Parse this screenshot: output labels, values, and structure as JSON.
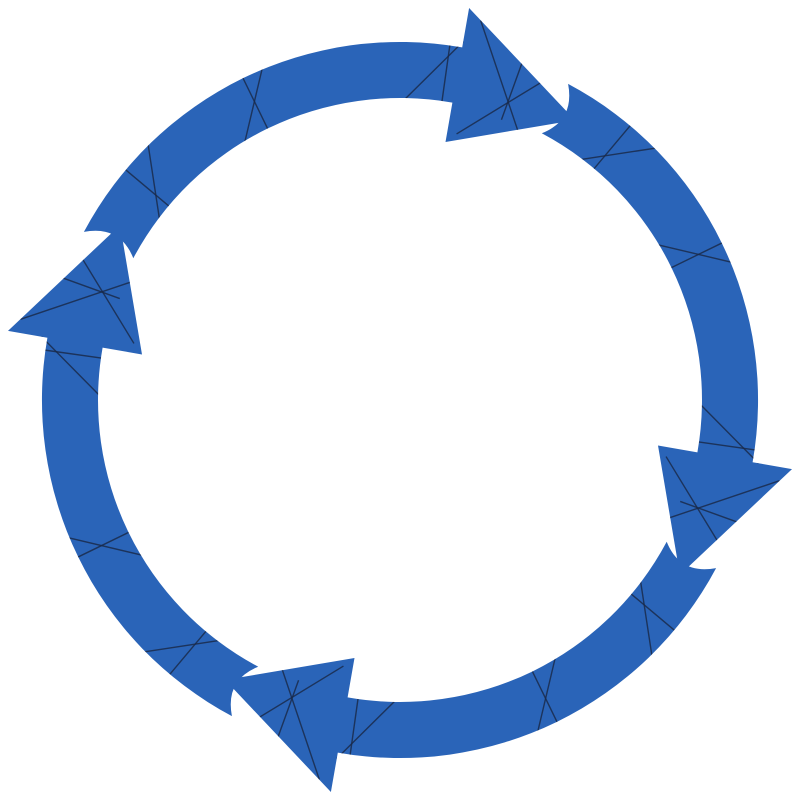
{
  "diagram": {
    "type": "cycle",
    "arrow_count": 4,
    "direction": "clockwise",
    "arrow_color": "#2A64B8",
    "line_color": "#1A2A4A",
    "background": "#FFFFFF",
    "icon": "cycle-arrows-icon",
    "arrows": [
      {
        "name": "top-arrow"
      },
      {
        "name": "right-arrow"
      },
      {
        "name": "bottom-arrow"
      },
      {
        "name": "left-arrow"
      }
    ]
  }
}
